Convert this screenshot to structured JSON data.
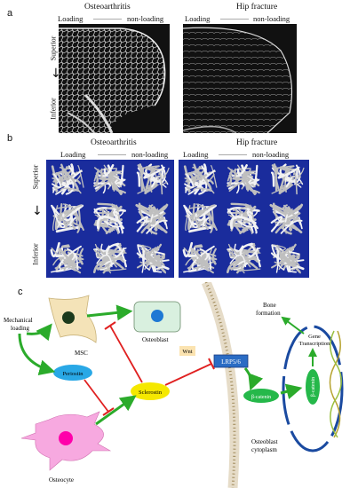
{
  "panel_a": {
    "letter": "a",
    "left_title": "Osteoarthritis",
    "right_title": "Hip fracture",
    "loading": "Loading",
    "non_loading": "non-loading",
    "superior": "Superior",
    "inferior": "Inferior"
  },
  "panel_b": {
    "letter": "b",
    "left_title": "Osteoarthritis",
    "right_title": "Hip fracture",
    "loading": "Loading",
    "non_loading": "non-loading",
    "superior": "Superior",
    "inferior": "Inferior"
  },
  "panel_c": {
    "letter": "c",
    "mechanical_loading_line1": "Mechanical",
    "mechanical_loading_line2": "loading",
    "msc": "MSC",
    "osteoblast": "Osteoblast",
    "periostin": "Periostin",
    "sclerostin": "Sclerostin",
    "osteocyte": "Osteocyte",
    "wnt": "Wnt",
    "lrp": "LRP5/6",
    "beta_catenin": "β-catenin",
    "beta_catenin_nucleus": "β-catenin",
    "bone_formation_line1": "Bone",
    "bone_formation_line2": "formation",
    "gene_transcription_line1": "Gene",
    "gene_transcription_line2": "Transcription",
    "osteoblast_cytoplasm_line1": "Osteoblast",
    "osteoblast_cytoplasm_line2": "cytoplasm"
  },
  "colors": {
    "activation_arrow": "#2bab2b",
    "inhibition": "#e02020",
    "cube_background": "#1a2c9c",
    "periostin": "#29a8e6",
    "sclerostin": "#f5e800",
    "lrp": "#2a6cc4",
    "beta_catenin": "#25b84a",
    "nucleus_border": "#1a4aa0",
    "osteocyte": "#f7a9e0",
    "msc": "#f4e3b8",
    "osteoblast": "#d9f0df"
  }
}
